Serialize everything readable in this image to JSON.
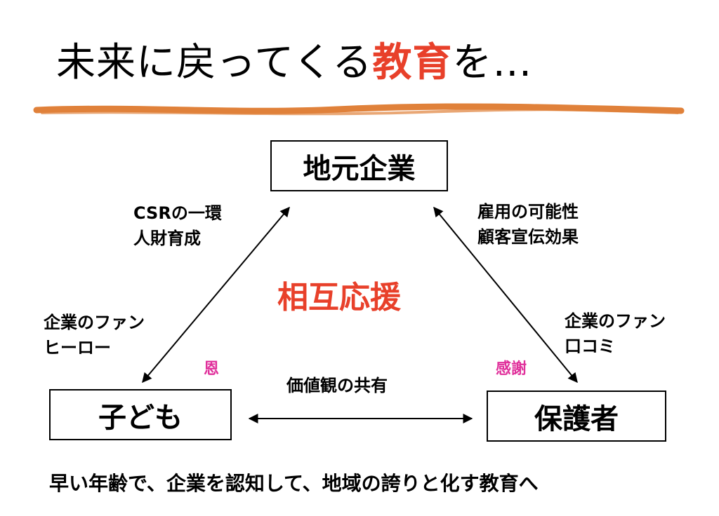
{
  "title": {
    "prefix": "未来に戻ってくる",
    "accent": "教育",
    "suffix": "を…"
  },
  "colors": {
    "accent_red": "#e8402a",
    "underline_orange": "#e0813a",
    "label_pink": "#e0309b"
  },
  "nodes": {
    "top": "地元企業",
    "left": "子ども",
    "right": "保護者"
  },
  "center_label": "相互応援",
  "edges": {
    "top_left_upper": [
      "CSRの一環",
      "人財育成"
    ],
    "top_left_lower": [
      "企業のファン",
      "ヒーロー"
    ],
    "top_right_upper": [
      "雇用の可能性",
      "顧客宣伝効果"
    ],
    "top_right_lower": [
      "企業のファン",
      "口コミ"
    ],
    "bottom_middle": "価値観の共有"
  },
  "small_labels": {
    "left": "恩",
    "right": "感謝"
  },
  "bottom_text": "早い年齢で、企業を認知して、地域の誇りと化す教育へ"
}
